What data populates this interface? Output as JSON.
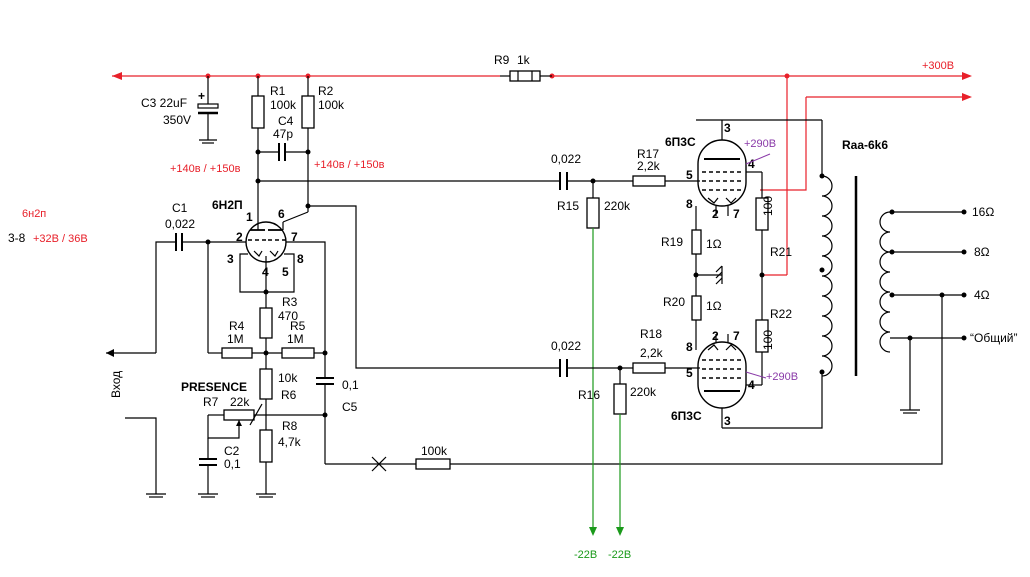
{
  "supply": {
    "label": "+300В",
    "aux_arrow": ""
  },
  "bias": {
    "left": "-22В",
    "right": "-22В"
  },
  "input": {
    "label": "Вход"
  },
  "side_note": {
    "tube": "6н2п",
    "pins": "3-8",
    "voltages": "+32В / 36В"
  },
  "presence": {
    "label": "PRESENCE"
  },
  "anode_voltages": {
    "left": "+140в  / +150в",
    "right": "+140в  / +150в"
  },
  "output_tube_voltage": {
    "top": "+290В",
    "bottom": "+290В"
  },
  "transformer": {
    "label": "Raa-6k6",
    "taps": [
      "16Ω",
      "8Ω",
      "4Ω",
      "“Общий”"
    ]
  },
  "tubes": {
    "preamp": {
      "name": "6Н2П",
      "pins": [
        "1",
        "2",
        "3",
        "4",
        "5",
        "6",
        "7",
        "8"
      ]
    },
    "top": {
      "name": "6П3С",
      "pins": [
        "3",
        "4",
        "5",
        "8",
        "2",
        "7"
      ]
    },
    "bottom": {
      "name": "6П3С",
      "pins": [
        "3",
        "4",
        "5",
        "8",
        "2",
        "7"
      ]
    }
  },
  "components": {
    "R1": {
      "name": "R1",
      "value": "100k"
    },
    "R2": {
      "name": "R2",
      "value": "100k"
    },
    "R3": {
      "name": "R3",
      "value": "470"
    },
    "R4": {
      "name": "R4",
      "value": "1M"
    },
    "R5": {
      "name": "R5",
      "value": "1M"
    },
    "R6": {
      "name": "R6",
      "value": "10k"
    },
    "R7": {
      "name": "R7",
      "value": "22k"
    },
    "R8": {
      "name": "R8",
      "value": "4,7k"
    },
    "R9": {
      "name": "R9",
      "value": "1k"
    },
    "R15": {
      "name": "R15",
      "value": "220k"
    },
    "R16": {
      "name": "R16",
      "value": "220k"
    },
    "R17": {
      "name": "R17",
      "value": "2,2k"
    },
    "R18": {
      "name": "R18",
      "value": "2,2k"
    },
    "R19": {
      "name": "R19",
      "value": "1Ω"
    },
    "R20": {
      "name": "R20",
      "value": "1Ω"
    },
    "R21": {
      "name": "R21",
      "value": "100"
    },
    "R22": {
      "name": "R22",
      "value": "100"
    },
    "Rfb": {
      "value": "100k"
    },
    "C1": {
      "name": "C1",
      "value": "0,022"
    },
    "C2": {
      "name": "C2",
      "value": "0,1"
    },
    "C3": {
      "name": "C3 22uF",
      "value": "350V"
    },
    "C4": {
      "name": "C4",
      "value": "47p"
    },
    "C5": {
      "name": "C5",
      "value": "0,1"
    },
    "Cc_top": {
      "value": "0,022"
    },
    "Cc_bot": {
      "value": "0,022"
    }
  }
}
